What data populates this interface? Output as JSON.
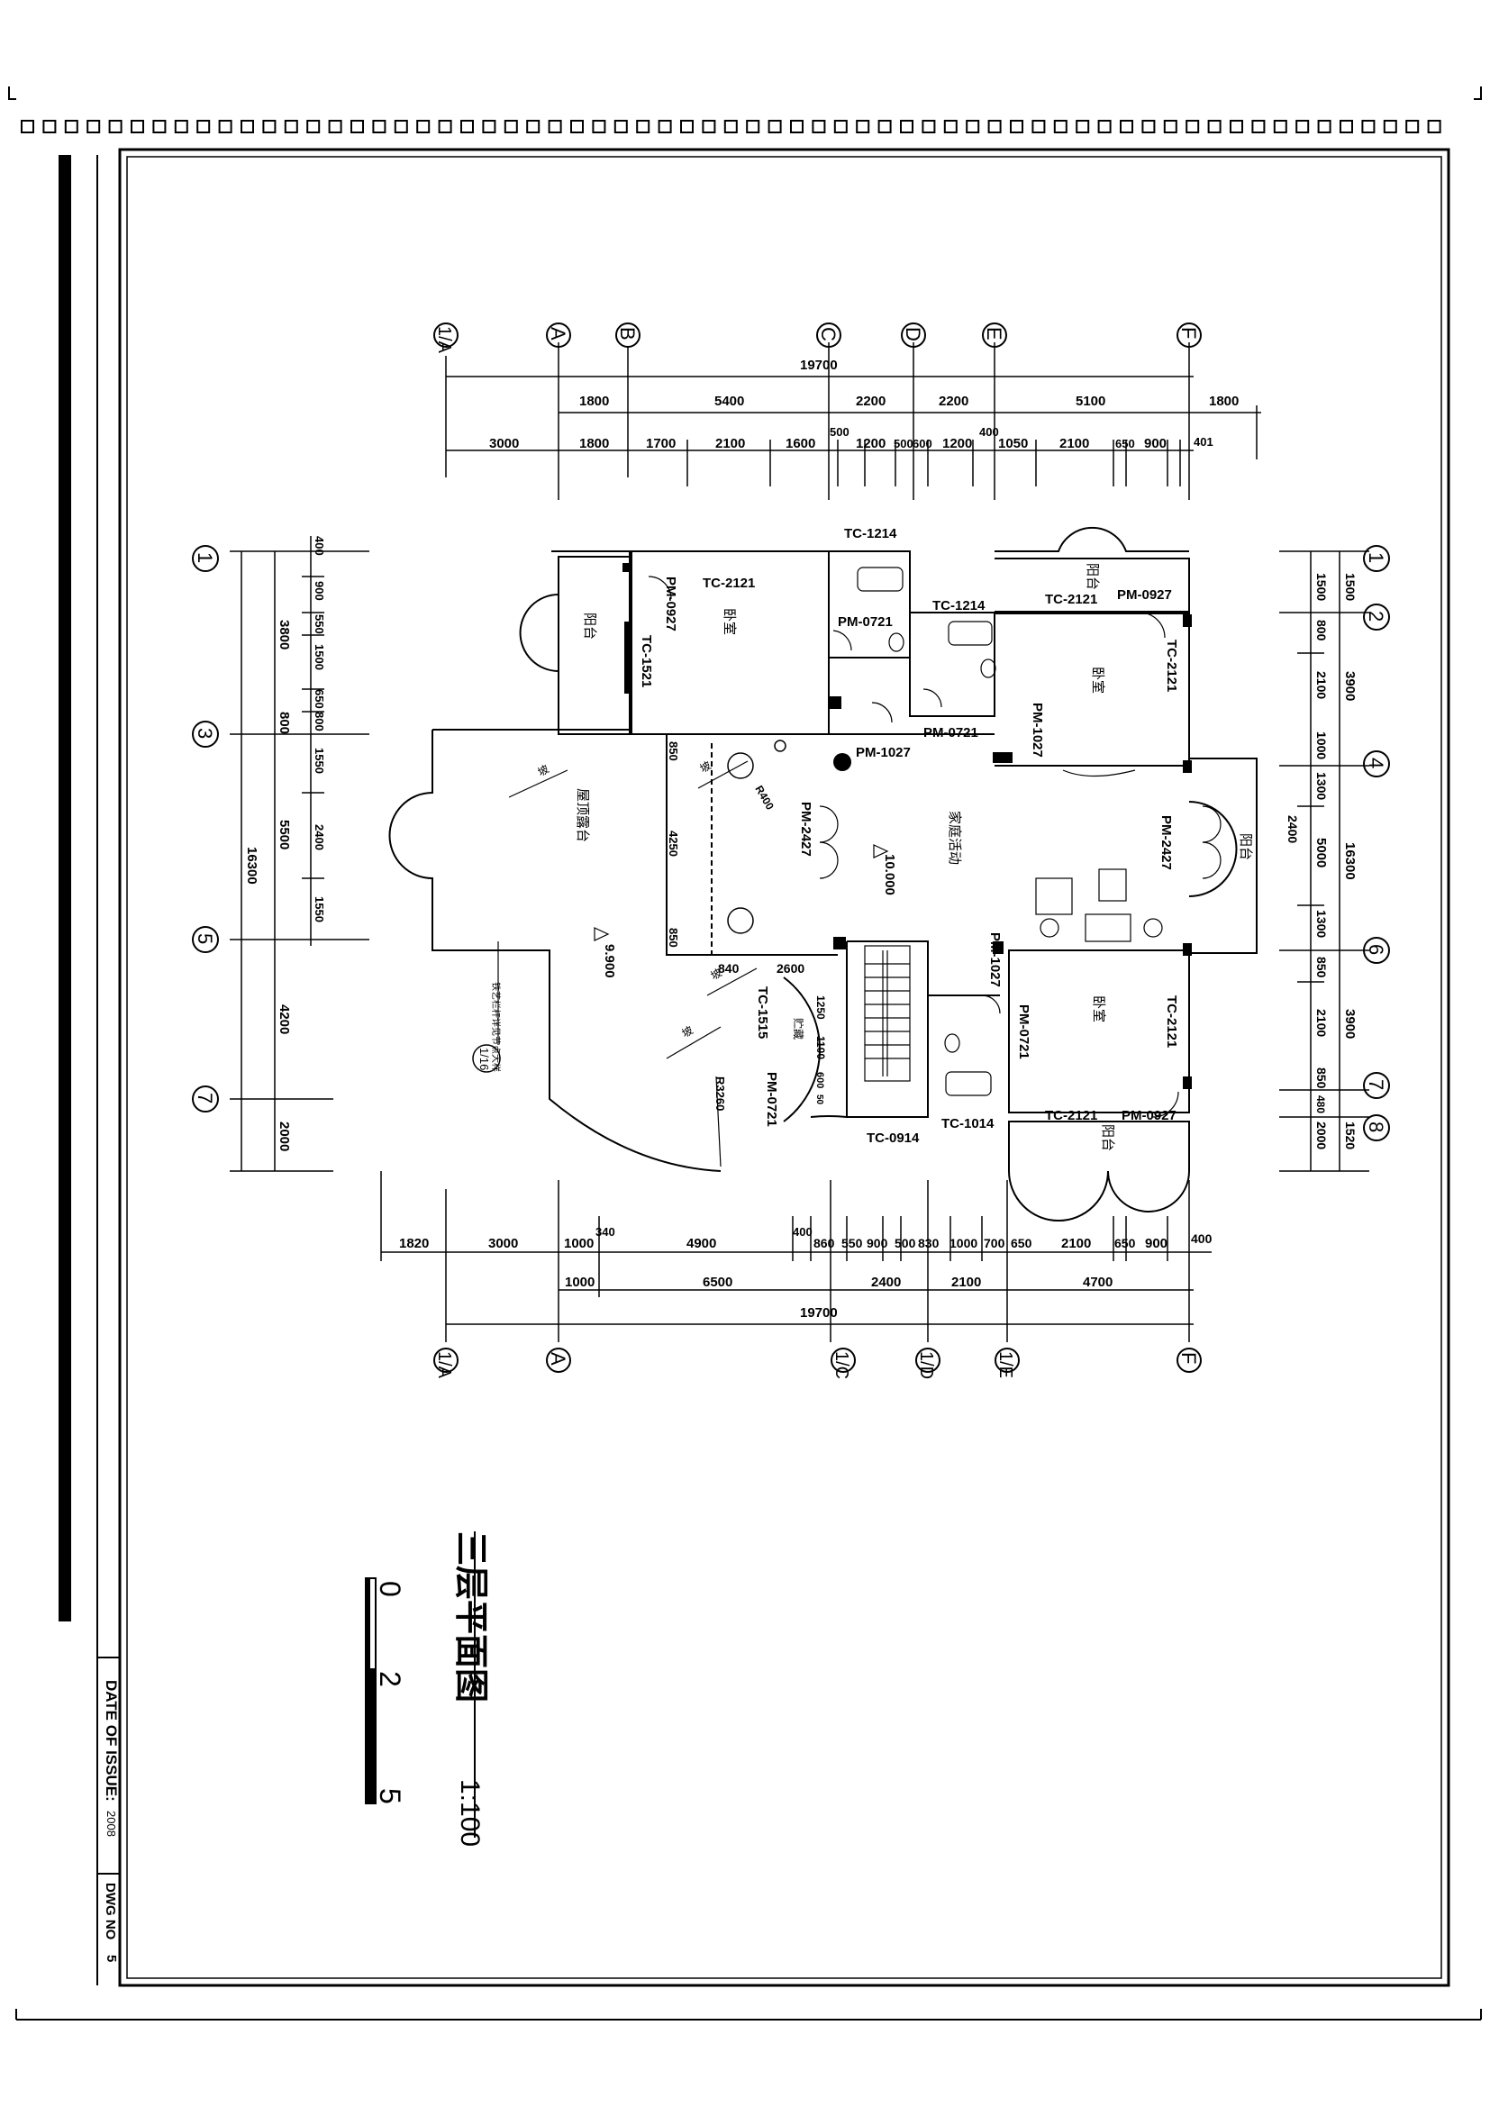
{
  "drawing": {
    "title": "三层平面图",
    "scale": "1:100",
    "scalebar": {
      "ticks": [
        "0",
        "2",
        "5"
      ]
    }
  },
  "titleblock": {
    "date_label": "DATE OF ISSUE:",
    "date_value": "2008",
    "dwg_label": "DWG NO",
    "dwg_value": "5"
  },
  "axes": {
    "top": [
      "1/A",
      "A",
      "B",
      "C",
      "D",
      "E",
      "F"
    ],
    "bottom": [
      "1/A",
      "A",
      "1/C",
      "1/D",
      "1/E",
      "F"
    ],
    "left": [
      "1",
      "3",
      "5",
      "7"
    ],
    "right": [
      "1",
      "2",
      "4",
      "6",
      "7",
      "8"
    ]
  },
  "dims": {
    "top_total": "19700",
    "top_row2": [
      "1800",
      "5400",
      "2200",
      "2200",
      "5100",
      "1800"
    ],
    "top_row3": [
      "3000",
      "1800",
      "1700",
      "2100",
      "1600",
      "500",
      "1200",
      "500",
      "600",
      "1200",
      "400",
      "1050",
      "2100",
      "650",
      "900",
      "401"
    ],
    "bottom_row1": [
      "1820",
      "3000",
      "1000",
      "340",
      "4900",
      "400",
      "860",
      "550",
      "900",
      "500",
      "830",
      "1000",
      "700",
      "650",
      "2100",
      "650",
      "900",
      "400"
    ],
    "bottom_row2": [
      "1000",
      "6500",
      "2400",
      "2100",
      "4700"
    ],
    "bottom_total": "19700",
    "left_total": "16300",
    "left_major": [
      "3800",
      "800",
      "5500",
      "4200",
      "2000"
    ],
    "left_minor": [
      "400",
      "900",
      "550",
      "1500",
      "650",
      "800",
      "1550",
      "2400",
      "1550"
    ],
    "right_total": "16300",
    "right_major": [
      "3900",
      "5000",
      "3900"
    ],
    "right_minor": [
      "1500",
      "1500",
      "800",
      "2100",
      "1000",
      "1300",
      "2400",
      "1300",
      "850",
      "2100",
      "850",
      "480",
      "2000",
      "1520"
    ],
    "interior": [
      "850",
      "4250",
      "850",
      "840",
      "2600",
      "R400",
      "R3260",
      "1250",
      "1100",
      "600",
      "50"
    ]
  },
  "tags": [
    "TC-1214",
    "TC-2121",
    "PM-0927",
    "PM-0721",
    "TC-1521",
    "TC-1214",
    "TC-2121",
    "PM-0927",
    "PM-0721",
    "PM-1027",
    "TC-2121",
    "PM-1027",
    "PM-2427",
    "PM-2427",
    "PM-1027",
    "TC-1515",
    "PM-0721",
    "PM-0721",
    "TC-2121",
    "TC-2121",
    "PM-0927",
    "TC-1014",
    "TC-0914"
  ],
  "rooms": {
    "balcony": "阳台",
    "bedroom": "卧室",
    "terrace": "屋顶露台",
    "family": "家庭活动",
    "storage": "贮藏"
  },
  "levels": [
    "10.000",
    "9.900"
  ],
  "notes": {
    "slope": "坡",
    "section_ref": "1/16",
    "rail_note": "铁艺栏杆详见节点大样"
  }
}
